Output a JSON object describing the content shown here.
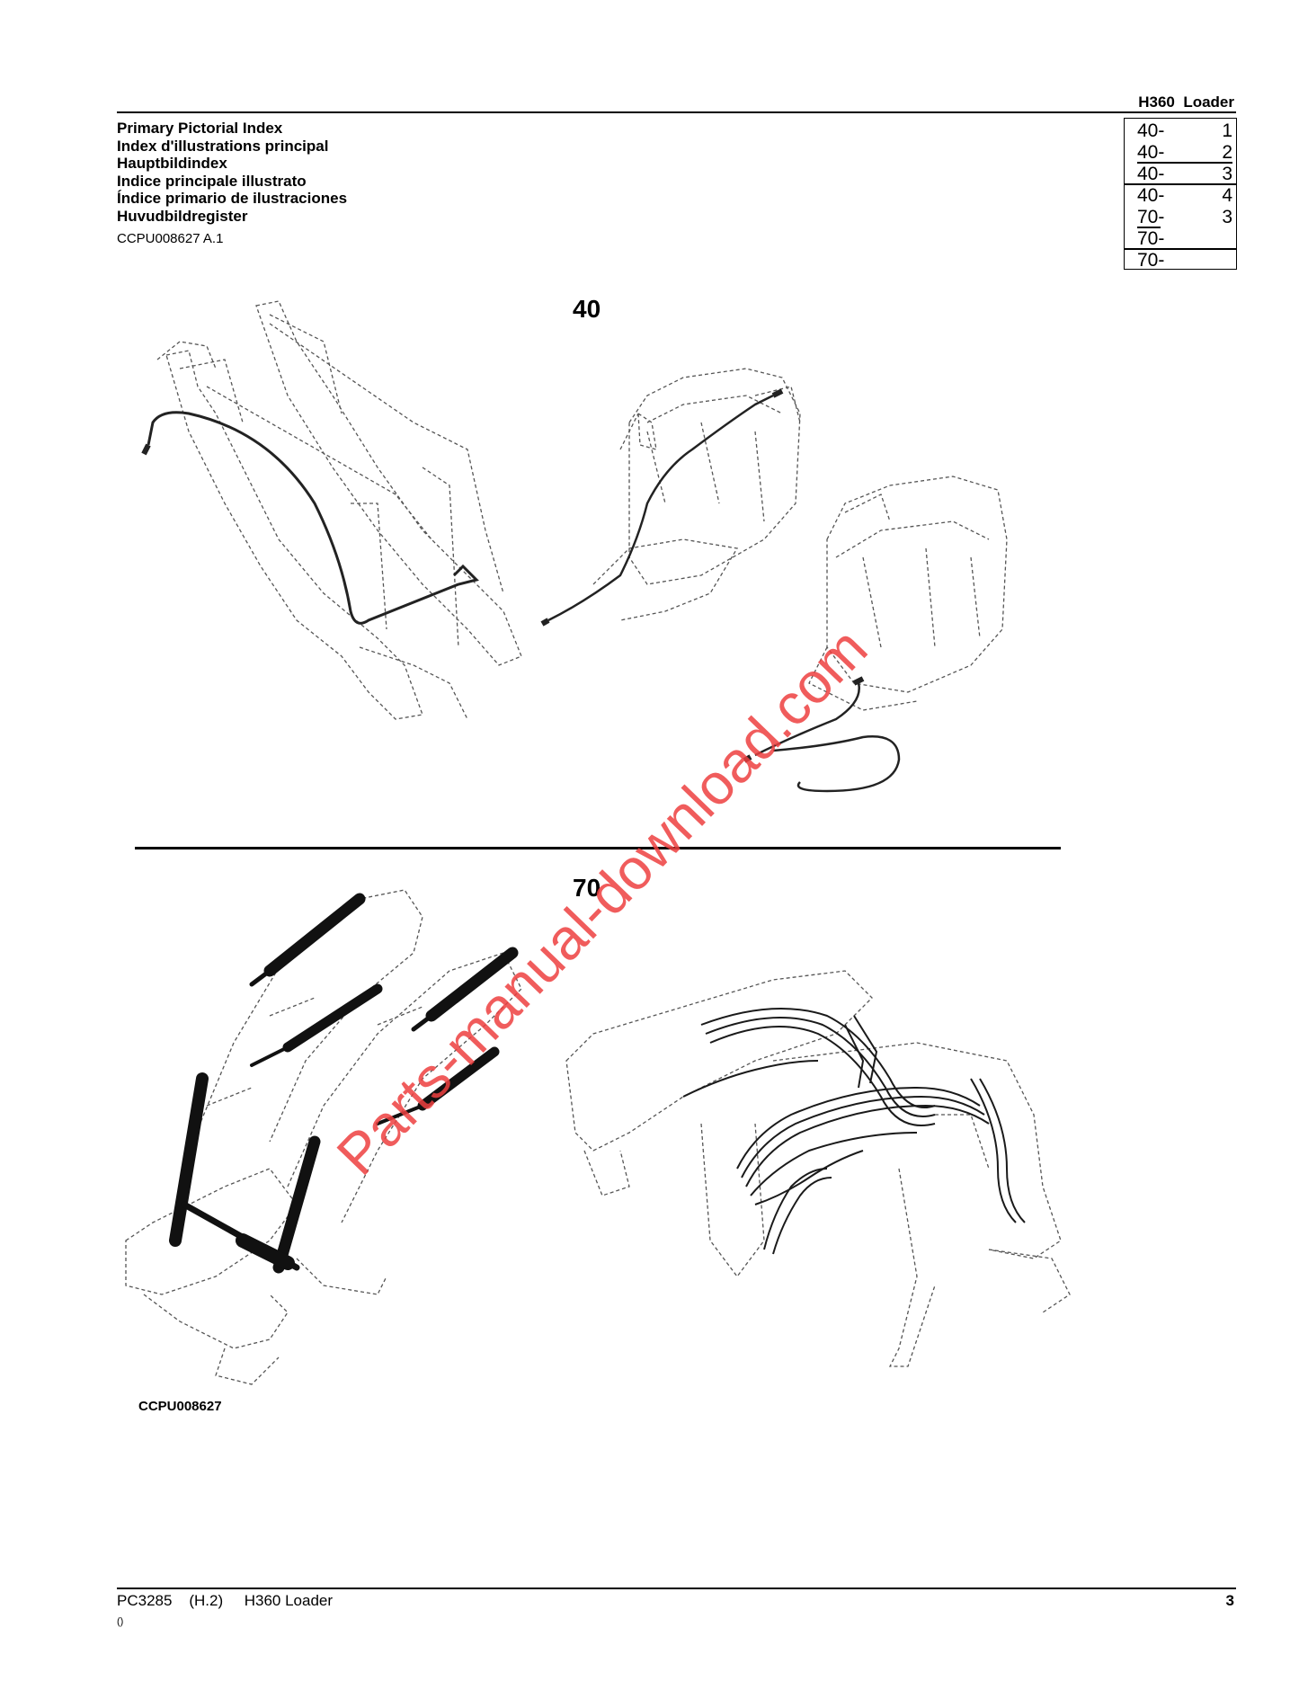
{
  "header": {
    "title": "H360  Loader"
  },
  "titles": [
    "Primary Pictorial Index",
    "Index d'illustrations principal",
    "Hauptbildindex",
    "Indice principale illustrato",
    "Índice primario de ilustraciones",
    "Huvudbildregister"
  ],
  "figure_ref": "CCPU008627 A.1",
  "index": [
    {
      "section": "40-",
      "page": "1"
    },
    {
      "section": "40-",
      "page": "2"
    },
    {
      "section": "40-",
      "page": "3"
    },
    {
      "section": "40-",
      "page": "4"
    },
    {
      "section": "70-",
      "page": "3"
    },
    {
      "section": "70-",
      "page": ""
    },
    {
      "section": "70-",
      "page": ""
    }
  ],
  "sections": {
    "top": "40",
    "bottom": "70"
  },
  "watermark": "Parts-manual-download.com",
  "drawing_ref": "CCPU008627",
  "footer": {
    "left": "PC3285    (H.2)     H360 Loader",
    "page": "3",
    "note": "()"
  }
}
